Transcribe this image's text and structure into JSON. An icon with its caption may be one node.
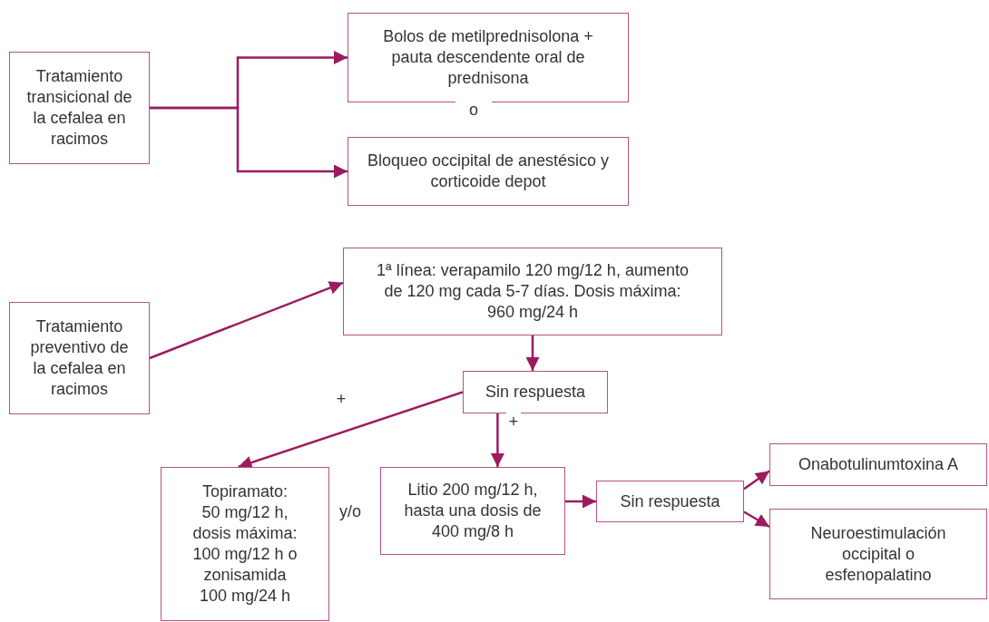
{
  "diagram": {
    "nodes": [
      {
        "text": [
          "Tratamiento transicional de la cefalea en racimos"
        ]
      },
      {
        "text": [
          "Bolos de metilprednisolona + pauta descendente oral de prednisona"
        ]
      },
      {
        "text": [
          "Bloqueo occipital de anestésico y corticoide depot"
        ]
      },
      {
        "text": [
          "Tratamiento preventivo de la cefalea en racimos"
        ]
      },
      {
        "text": [
          "1ª línea: verapamilo 120 mg/12 h, aumento de 120 mg cada 5-7 días. Dosis máxima: 960 mg/24 h"
        ]
      },
      {
        "text": [
          "Sin respuesta"
        ]
      },
      {
        "text": [
          "Topiramato: 50 mg/12 h, dosis máxima: 100 mg/12 h o zonisamida 100 mg/24 h"
        ]
      },
      {
        "text": [
          "Litio 200 mg/12 h, hasta una dosis de 400 mg/8 h"
        ]
      },
      {
        "text": [
          "Sin respuesta"
        ]
      },
      {
        "text": [
          "Onabotulinumtoxina A"
        ]
      },
      {
        "text": [
          "Neuroestimulación occipital o esfenopalatino"
        ]
      }
    ],
    "edges": [
      {
        "from": 0,
        "to": 1,
        "arrow": "to"
      },
      {
        "from": 0,
        "to": 2,
        "arrow": "to"
      },
      {
        "from": 3,
        "to": 4,
        "arrow": "to"
      },
      {
        "from": 4,
        "to": 5,
        "arrow": "to"
      },
      {
        "from": 5,
        "to": 6,
        "arrow": "to",
        "label": "+"
      },
      {
        "from": 5,
        "to": 7,
        "arrow": "to",
        "label": "+"
      },
      {
        "from": 7,
        "to": 8,
        "arrow": "to"
      },
      {
        "from": 8,
        "to": 9,
        "arrow": "to"
      },
      {
        "from": 8,
        "to": 10,
        "arrow": "to"
      }
    ],
    "labels": [
      "o",
      "y/o"
    ]
  }
}
